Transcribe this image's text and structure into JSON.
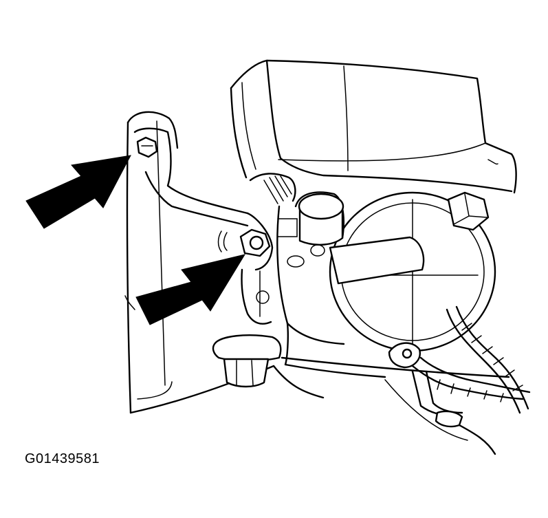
{
  "figure": {
    "id_label": "G01439581",
    "colors": {
      "line": "#000000",
      "background": "#ffffff"
    },
    "callouts": [
      {
        "target": "upper-bracket-bolt",
        "icon": "arrow-icon"
      },
      {
        "target": "lower-bracket-nut",
        "icon": "arrow-icon"
      }
    ]
  }
}
